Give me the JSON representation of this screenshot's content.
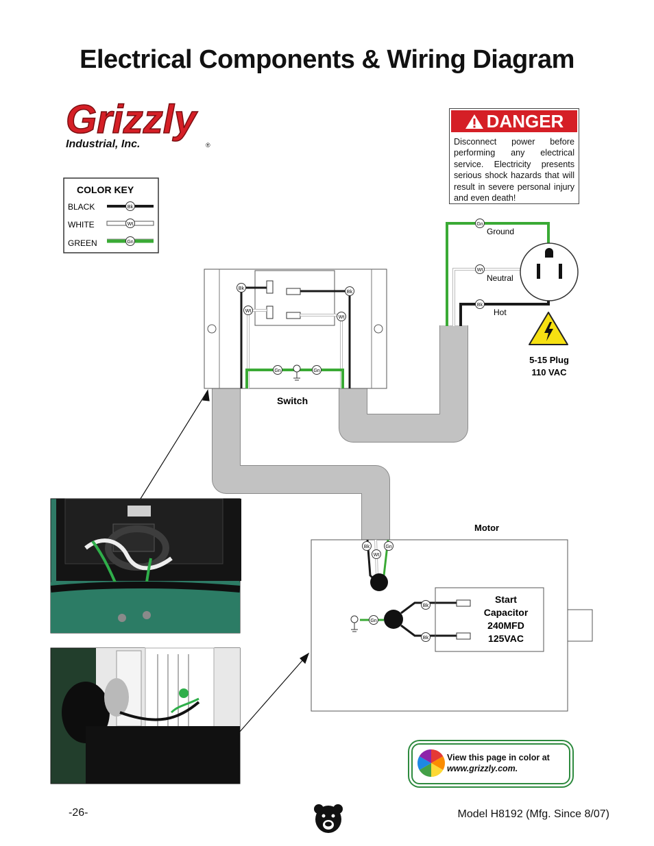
{
  "page": {
    "title": "Electrical Components & Wiring Diagram",
    "page_number": "-26-",
    "model": "Model H8192 (Mfg. Since 8/07)"
  },
  "logo": {
    "brand": "Grizzly",
    "sub": "Industrial, Inc.",
    "reg": "®"
  },
  "danger": {
    "heading": "DANGER",
    "text": "Disconnect power before performing any electrical service. Electricity presents serious shock hazards that will result in severe personal injury and even death!"
  },
  "color_key": {
    "title": "COLOR KEY",
    "items": [
      {
        "label": "BLACK",
        "code": "Bk",
        "color": "#1a1a1a"
      },
      {
        "label": "WHITE",
        "code": "Wt",
        "color": "#ffffff"
      },
      {
        "label": "GREEN",
        "code": "Gn",
        "color": "#3aaa35"
      }
    ]
  },
  "plug": {
    "ground_label": "Ground",
    "neutral_label": "Neutral",
    "hot_label": "Hot",
    "caption_line1": "5-15 Plug",
    "caption_line2": "110 VAC",
    "codes": {
      "ground": "Gn",
      "neutral": "Wt",
      "hot": "Bk"
    }
  },
  "switch": {
    "label": "Switch",
    "codes": [
      "Bk",
      "Bk",
      "Wt",
      "Wt",
      "Gn",
      "Gn"
    ]
  },
  "motor": {
    "label": "Motor",
    "codes": [
      "Bk",
      "Gn",
      "Wt",
      "Gn",
      "Bk",
      "Bk"
    ],
    "capacitor_lines": [
      "Start",
      "Capacitor",
      "240MFD",
      "125VAC"
    ]
  },
  "badge": {
    "line1": "View this page in color at",
    "line2": "www.grizzly.com."
  },
  "colors": {
    "brand_red": "#d51f26",
    "wire_green": "#3aaa35",
    "wire_black": "#1a1a1a",
    "cable_gray": "#c2c2c2"
  }
}
